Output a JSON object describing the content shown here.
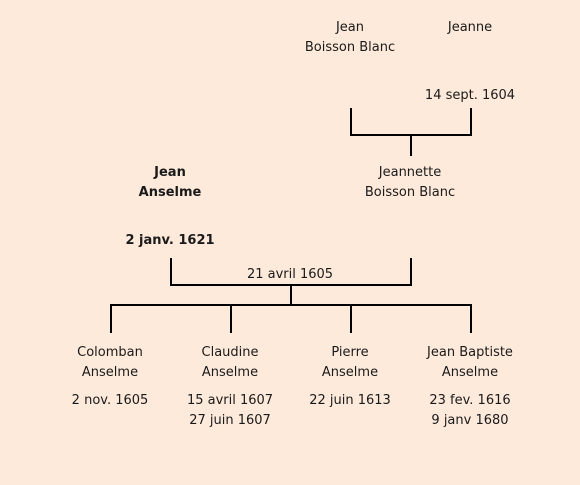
{
  "grandparents": {
    "father": {
      "first": "Jean",
      "last": "Boisson Blanc"
    },
    "mother": {
      "first": "Jeanne",
      "last": ""
    },
    "mother_date": "14 sept. 1604"
  },
  "parents": {
    "father": {
      "first": "Jean",
      "last": "Anselme",
      "date": "2 janv. 1621"
    },
    "mother": {
      "first": "Jeannette",
      "last": "Boisson Blanc"
    },
    "marriage_date": "21 avril 1605"
  },
  "children": [
    {
      "first": "Colomban",
      "last": "Anselme",
      "birth": "2 nov. 1605",
      "death": ""
    },
    {
      "first": "Claudine",
      "last": "Anselme",
      "birth": "15 avril 1607",
      "death": "27 juin 1607"
    },
    {
      "first": "Pierre",
      "last": "Anselme",
      "birth": "22 juin 1613",
      "death": ""
    },
    {
      "first": "Jean Baptiste",
      "last": "Anselme",
      "birth": "23 fev. 1616",
      "death": "9 janv 1680"
    }
  ]
}
